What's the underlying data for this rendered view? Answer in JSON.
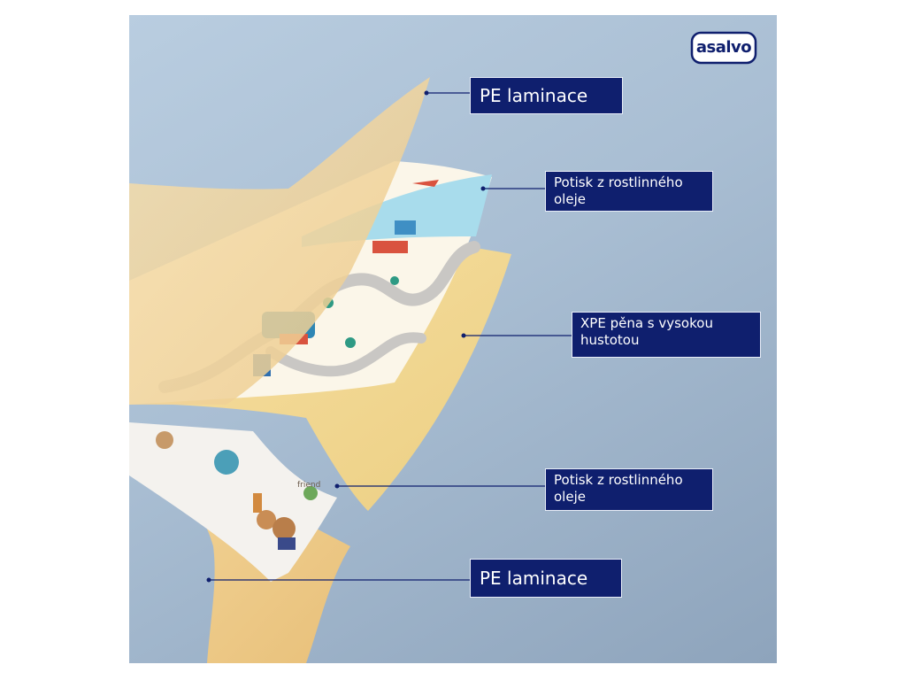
{
  "logo": {
    "text": "asalvo"
  },
  "layers": [
    {
      "id": "pe-top",
      "label": "PE laminace"
    },
    {
      "id": "print-top",
      "label": "Potisk z rostlinného oleje"
    },
    {
      "id": "xpe-foam",
      "label": "XPE pěna s vysokou hustotou"
    },
    {
      "id": "print-bottom",
      "label": "Potisk z rostlinného oleje"
    },
    {
      "id": "pe-bottom",
      "label": "PE laminace"
    }
  ],
  "print_text": "friend",
  "colors": {
    "label_bg": "#0f1f6e",
    "pe_film": "#f1d29a",
    "foam": "#f3d88f",
    "sky": "#a8dcec",
    "road": "#c9c7c4"
  }
}
